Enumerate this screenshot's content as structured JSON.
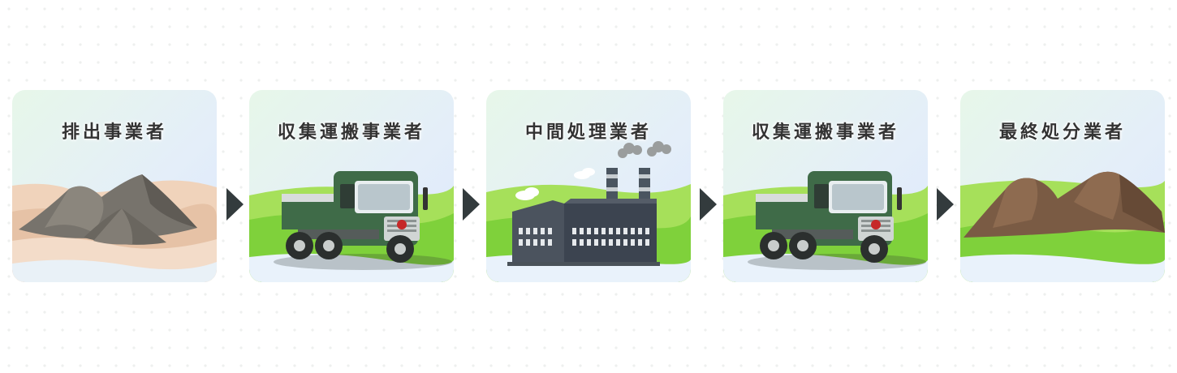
{
  "flow": {
    "steps": [
      {
        "title": "排出事業者",
        "icon": "soil-pile-illustration"
      },
      {
        "title": "収集運搬事業者",
        "icon": "dump-truck-illustration"
      },
      {
        "title": "中間処理業者",
        "icon": "factory-illustration"
      },
      {
        "title": "収集運搬事業者",
        "icon": "dump-truck-illustration"
      },
      {
        "title": "最終処分業者",
        "icon": "landfill-mound-illustration"
      }
    ],
    "colors": {
      "arrow": "#333b3d",
      "title_text": "#333333",
      "truck_green": "#3f6b48",
      "grass_light": "#a6e05a",
      "grass_dark": "#7fd13b"
    }
  }
}
